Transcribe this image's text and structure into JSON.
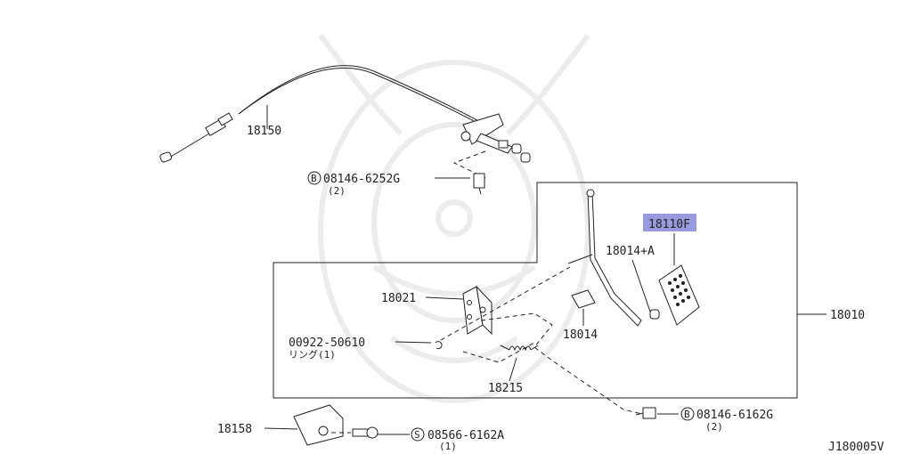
{
  "diagram_code": "J180005V",
  "highlight_color": "#9999dd",
  "parts": {
    "cable": {
      "number": "18150"
    },
    "bolt_upper": {
      "marker": "B",
      "number": "08146-6252G",
      "qty": "(2)"
    },
    "pad": {
      "number": "18110F"
    },
    "pedal_arm": {
      "number": "18014+A"
    },
    "bracket": {
      "number": "18021"
    },
    "assembly": {
      "number": "18010"
    },
    "ring": {
      "number": "00922-50610",
      "note": "リング(1)"
    },
    "bushing": {
      "number": "18014"
    },
    "spring": {
      "number": "18215"
    },
    "bolt_lower": {
      "marker": "B",
      "number": "08146-6162G",
      "qty": "(2)"
    },
    "stopper": {
      "number": "18158"
    },
    "screw": {
      "marker": "S",
      "number": "08566-6162A",
      "qty": "(1)"
    }
  }
}
